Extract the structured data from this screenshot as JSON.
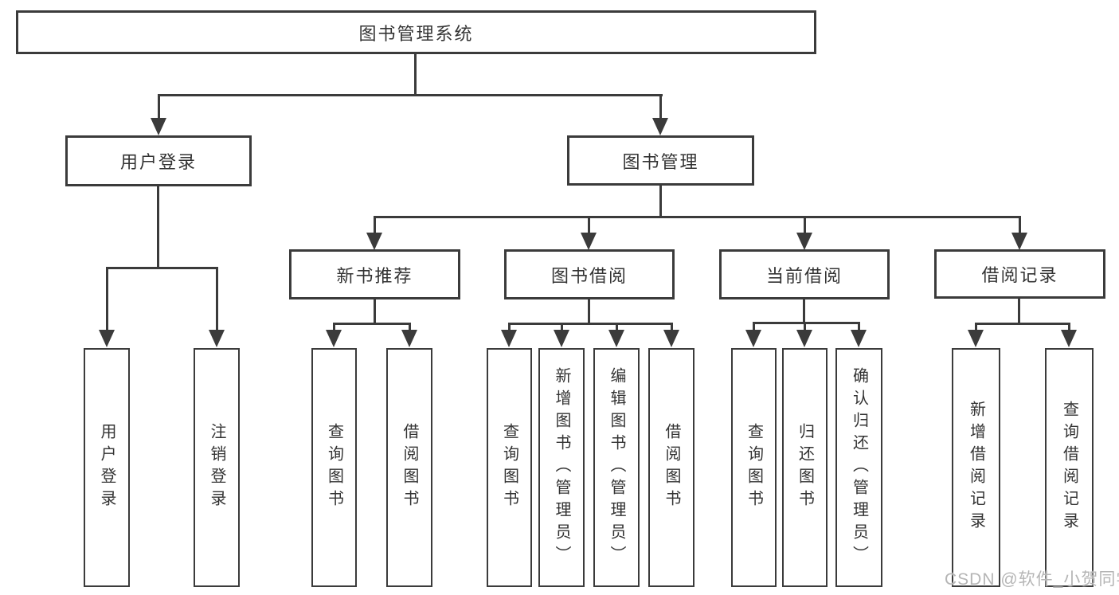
{
  "diagram": {
    "type": "hierarchy-tree",
    "root": {
      "label": "图书管理系统",
      "children": [
        {
          "label": "用户登录",
          "children": [
            {
              "label": "用户登录"
            },
            {
              "label": "注销登录"
            }
          ]
        },
        {
          "label": "图书管理",
          "children": [
            {
              "label": "新书推荐",
              "children": [
                {
                  "label": "查询图书"
                },
                {
                  "label": "借阅图书"
                }
              ]
            },
            {
              "label": "图书借阅",
              "children": [
                {
                  "label": "查询图书"
                },
                {
                  "label": "新增图书（管理员）"
                },
                {
                  "label": "编辑图书（管理员）"
                },
                {
                  "label": "借阅图书"
                }
              ]
            },
            {
              "label": "当前借阅",
              "children": [
                {
                  "label": "查询图书"
                },
                {
                  "label": "归还图书"
                },
                {
                  "label": "确认归还（管理员）"
                }
              ]
            },
            {
              "label": "借阅记录",
              "children": [
                {
                  "label": "新增借阅记录"
                },
                {
                  "label": "查询借阅记录"
                }
              ]
            }
          ]
        }
      ]
    }
  },
  "watermark": "CSDN @软件_小贺同学",
  "colors": {
    "line": "#3b3b3b",
    "text": "#333333",
    "bg": "#ffffff",
    "watermark": "#b5b5b5"
  }
}
